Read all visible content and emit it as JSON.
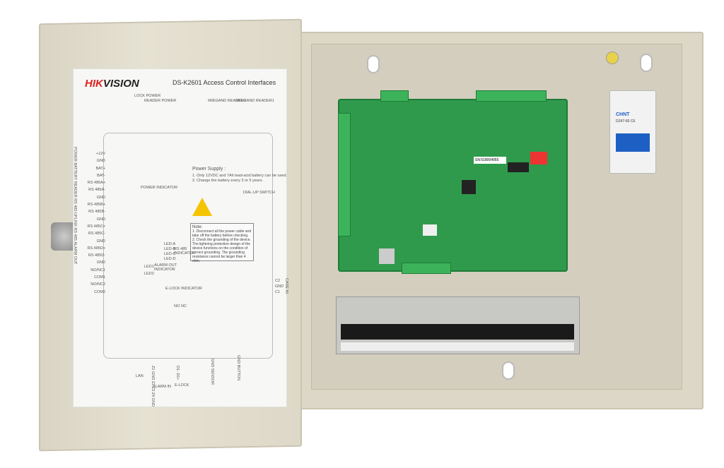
{
  "label": {
    "brand_red": "HIK",
    "brand_dark": "VISION",
    "title": "DS-K2601 Access Control Interfaces",
    "lock_power": "LOCK POWER",
    "reader_power": "READER POWER",
    "wiegand2": "WIEGAND READER2",
    "wiegand1": "WIEGAND READER1",
    "power_supply": "Power Supply :",
    "ps1": "1. Only 12VDC and 7Ah lead-acid battery can be used.",
    "ps2": "2. Change the battery every 3 or 5 years.",
    "power_indicator": "POWER INDICATOR",
    "dial_switch": "DIAL-UP SWITCH",
    "note": "Note:",
    "note1": "1. Disconnect all the power cable and take off the battery before checking.",
    "note2": "2. Check the grounding of the device. The lightning protection design of the device functions on the condition of correct grounding. The grounding resistance cannot be larger than 4 ohm.",
    "left_terms": [
      "+12V",
      "GND",
      "BAT+",
      "BAT-",
      "RS 485A+",
      "RS 485A-",
      "GND",
      "RS 485B+",
      "RS 485B-",
      "GND",
      "RS 485C+",
      "RS 485C-",
      "GND",
      "RS 485D+",
      "RS 485D-",
      "GND",
      "NO/NC1",
      "COM1",
      "NO/NC2",
      "COM2"
    ],
    "side_groups": [
      "POWER",
      "BATTERY",
      "READER RS 485",
      "UPLINK RS 485",
      "ALARM OUT"
    ],
    "rs485_leds": [
      "LED-A",
      "LED-B",
      "LED-C",
      "LED-D"
    ],
    "rs485_indicator": "RS 485 INDICATOR",
    "alarm_leds": [
      "LED1",
      "LED2"
    ],
    "alarm_out_indicator": "ALARM OUT INDICATOR",
    "elock_indicator": "E-LOCK INDICATOR",
    "no": "NO",
    "nc": "NC",
    "case_terms": [
      "C2",
      "GND",
      "C1"
    ],
    "case": "CASE IN",
    "lan": "LAN",
    "alarm_in_terms": [
      "Z1",
      "GND",
      "Z2",
      "Z3",
      "Z4",
      "GND"
    ],
    "alarm_in": "ALARM IN",
    "elock_terms": [
      "D1-",
      "D1+"
    ],
    "elock": "E-LOCK",
    "sensor": "SENSOR",
    "button": "BUTTON",
    "gnd": "GND"
  },
  "breaker": {
    "brand": "CHNT",
    "model": "DZ47-60 C6"
  },
  "pcb": {
    "serial": "SN:518004955"
  },
  "colors": {
    "enclosure": "#dcd7c6",
    "pcb": "#2f9a4c",
    "breaker_switch": "#1e5fc4",
    "warning": "#f5c400",
    "brand": "#dd2222"
  }
}
